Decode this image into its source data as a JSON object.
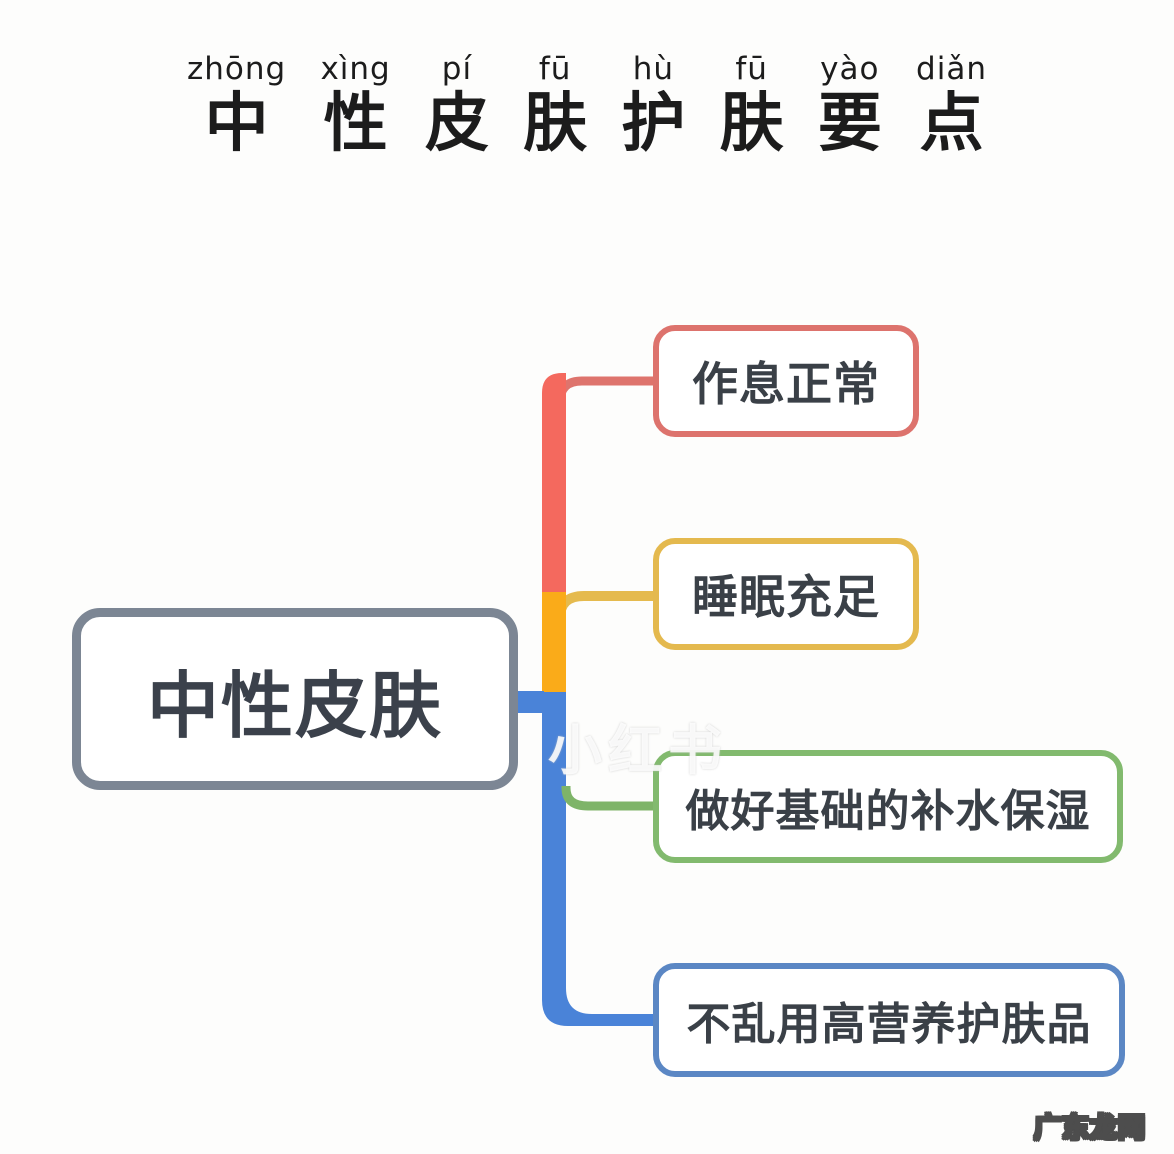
{
  "title": {
    "chars": [
      {
        "pinyin": "zhōng",
        "char": "中"
      },
      {
        "pinyin": "xìng",
        "char": "性"
      },
      {
        "pinyin": "pí",
        "char": "皮"
      },
      {
        "pinyin": "fū",
        "char": "肤"
      },
      {
        "pinyin": "hù",
        "char": "护"
      },
      {
        "pinyin": "fū",
        "char": "肤"
      },
      {
        "pinyin": "yào",
        "char": "要"
      },
      {
        "pinyin": "diǎn",
        "char": "点"
      }
    ],
    "full_text": "中性皮肤护肤要点"
  },
  "root": {
    "label": "中性皮肤",
    "border_color": "#7c8694"
  },
  "branches": [
    {
      "label": "作息正常",
      "box_color": "#dd736d",
      "line_color": "#de746d",
      "trunk_color": "#f4695e"
    },
    {
      "label": "睡眠充足",
      "box_color": "#e4b94e",
      "line_color": "#e5ba4e",
      "trunk_color": "#faab19"
    },
    {
      "label": "做好基础的补水保湿",
      "box_color": "#82ba6e",
      "line_color": "#7eb468",
      "trunk_color": "#7eb468"
    },
    {
      "label": "不乱用高营养护肤品",
      "box_color": "#5b87c4",
      "line_color": "#4a83d8",
      "trunk_color": "#4a83d8"
    }
  ],
  "watermarks": {
    "center": "小红书",
    "bottom_right": "广东龙网"
  },
  "colors": {
    "background": "#fdfdfc",
    "text": "#3a4047",
    "title_text": "#1c1c1c",
    "root_border": "#7c8694",
    "red": "#f4695e",
    "yellow": "#faab19",
    "green": "#7eb468",
    "blue": "#4a83d8"
  }
}
